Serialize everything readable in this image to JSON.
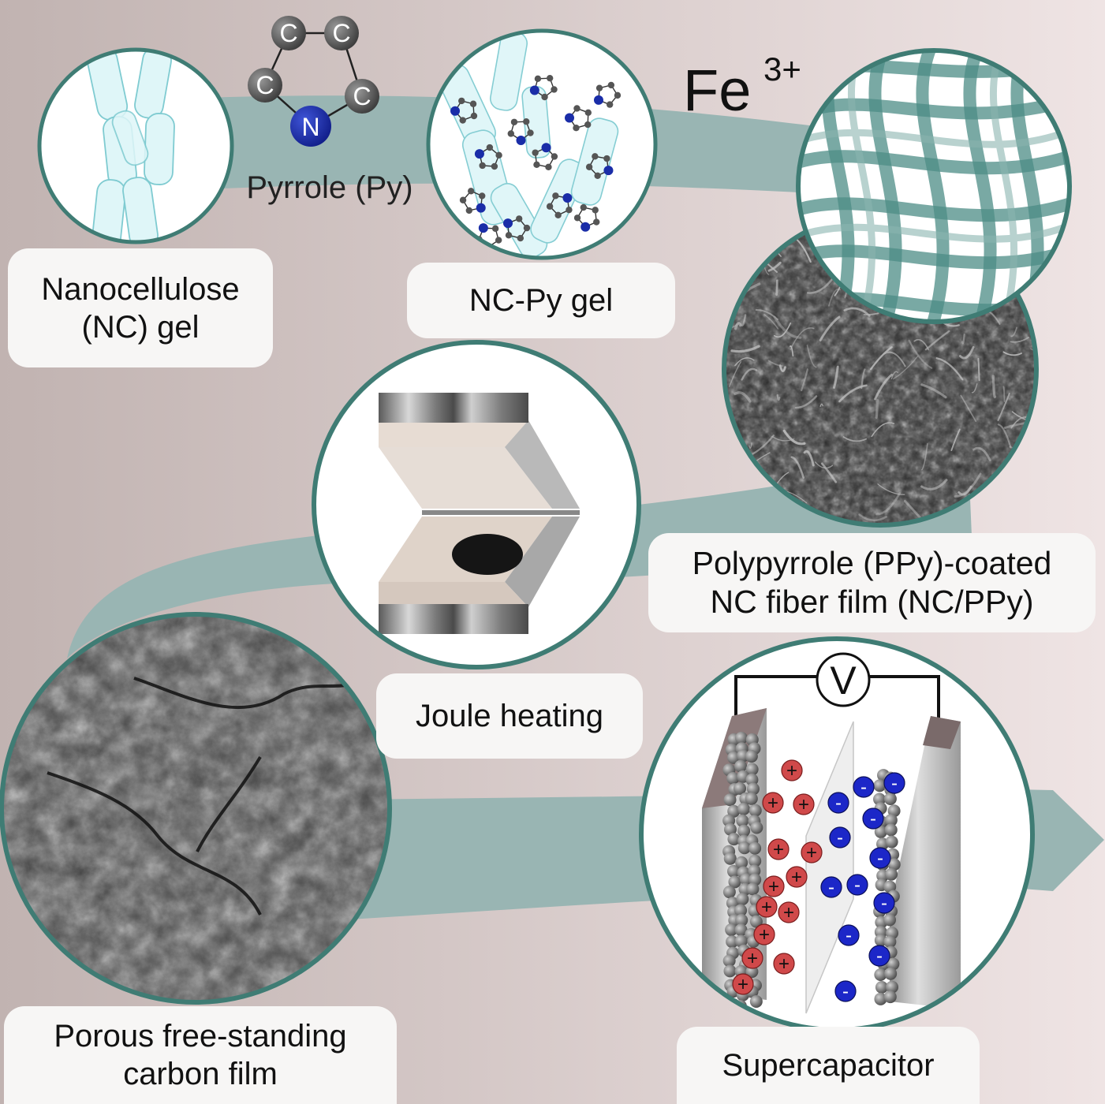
{
  "labels": {
    "nanocellulose": [
      "Nanocellulose",
      "(NC) gel"
    ],
    "pyrrole": "Pyrrole (Py)",
    "ncpy": "NC-Py gel",
    "fe": "Fe",
    "fe_charge": "3+",
    "ppy": [
      "Polypyrrole (PPy)-coated",
      "NC fiber film (NC/PPy)"
    ],
    "joule": "Joule heating",
    "porous": [
      "Porous free-standing",
      "carbon film"
    ],
    "supercap": "Supercapacitor",
    "voltmeter": "V",
    "atom_c": "C",
    "atom_n": "N",
    "plus": "+",
    "minus": "-"
  },
  "colors": {
    "background_left": "#c1b3b1",
    "background_right": "#efe4e4",
    "ribbon": "#99b5b3",
    "circle_border": "#3f7c74",
    "cellulose_fill": "#dff6f8",
    "cellulose_stroke": "#7fcbd1",
    "nitrogen": "#1a2da8",
    "carbon_atom": "#555555",
    "ppy_strand": "#4d8d86",
    "cation": "#d0494a",
    "anion": "#1c27c8"
  },
  "icons": {
    "voltmeter": "voltmeter-icon",
    "pyrrole_ring": "pyrrole-molecule-icon",
    "press": "joule-heating-press-icon"
  }
}
